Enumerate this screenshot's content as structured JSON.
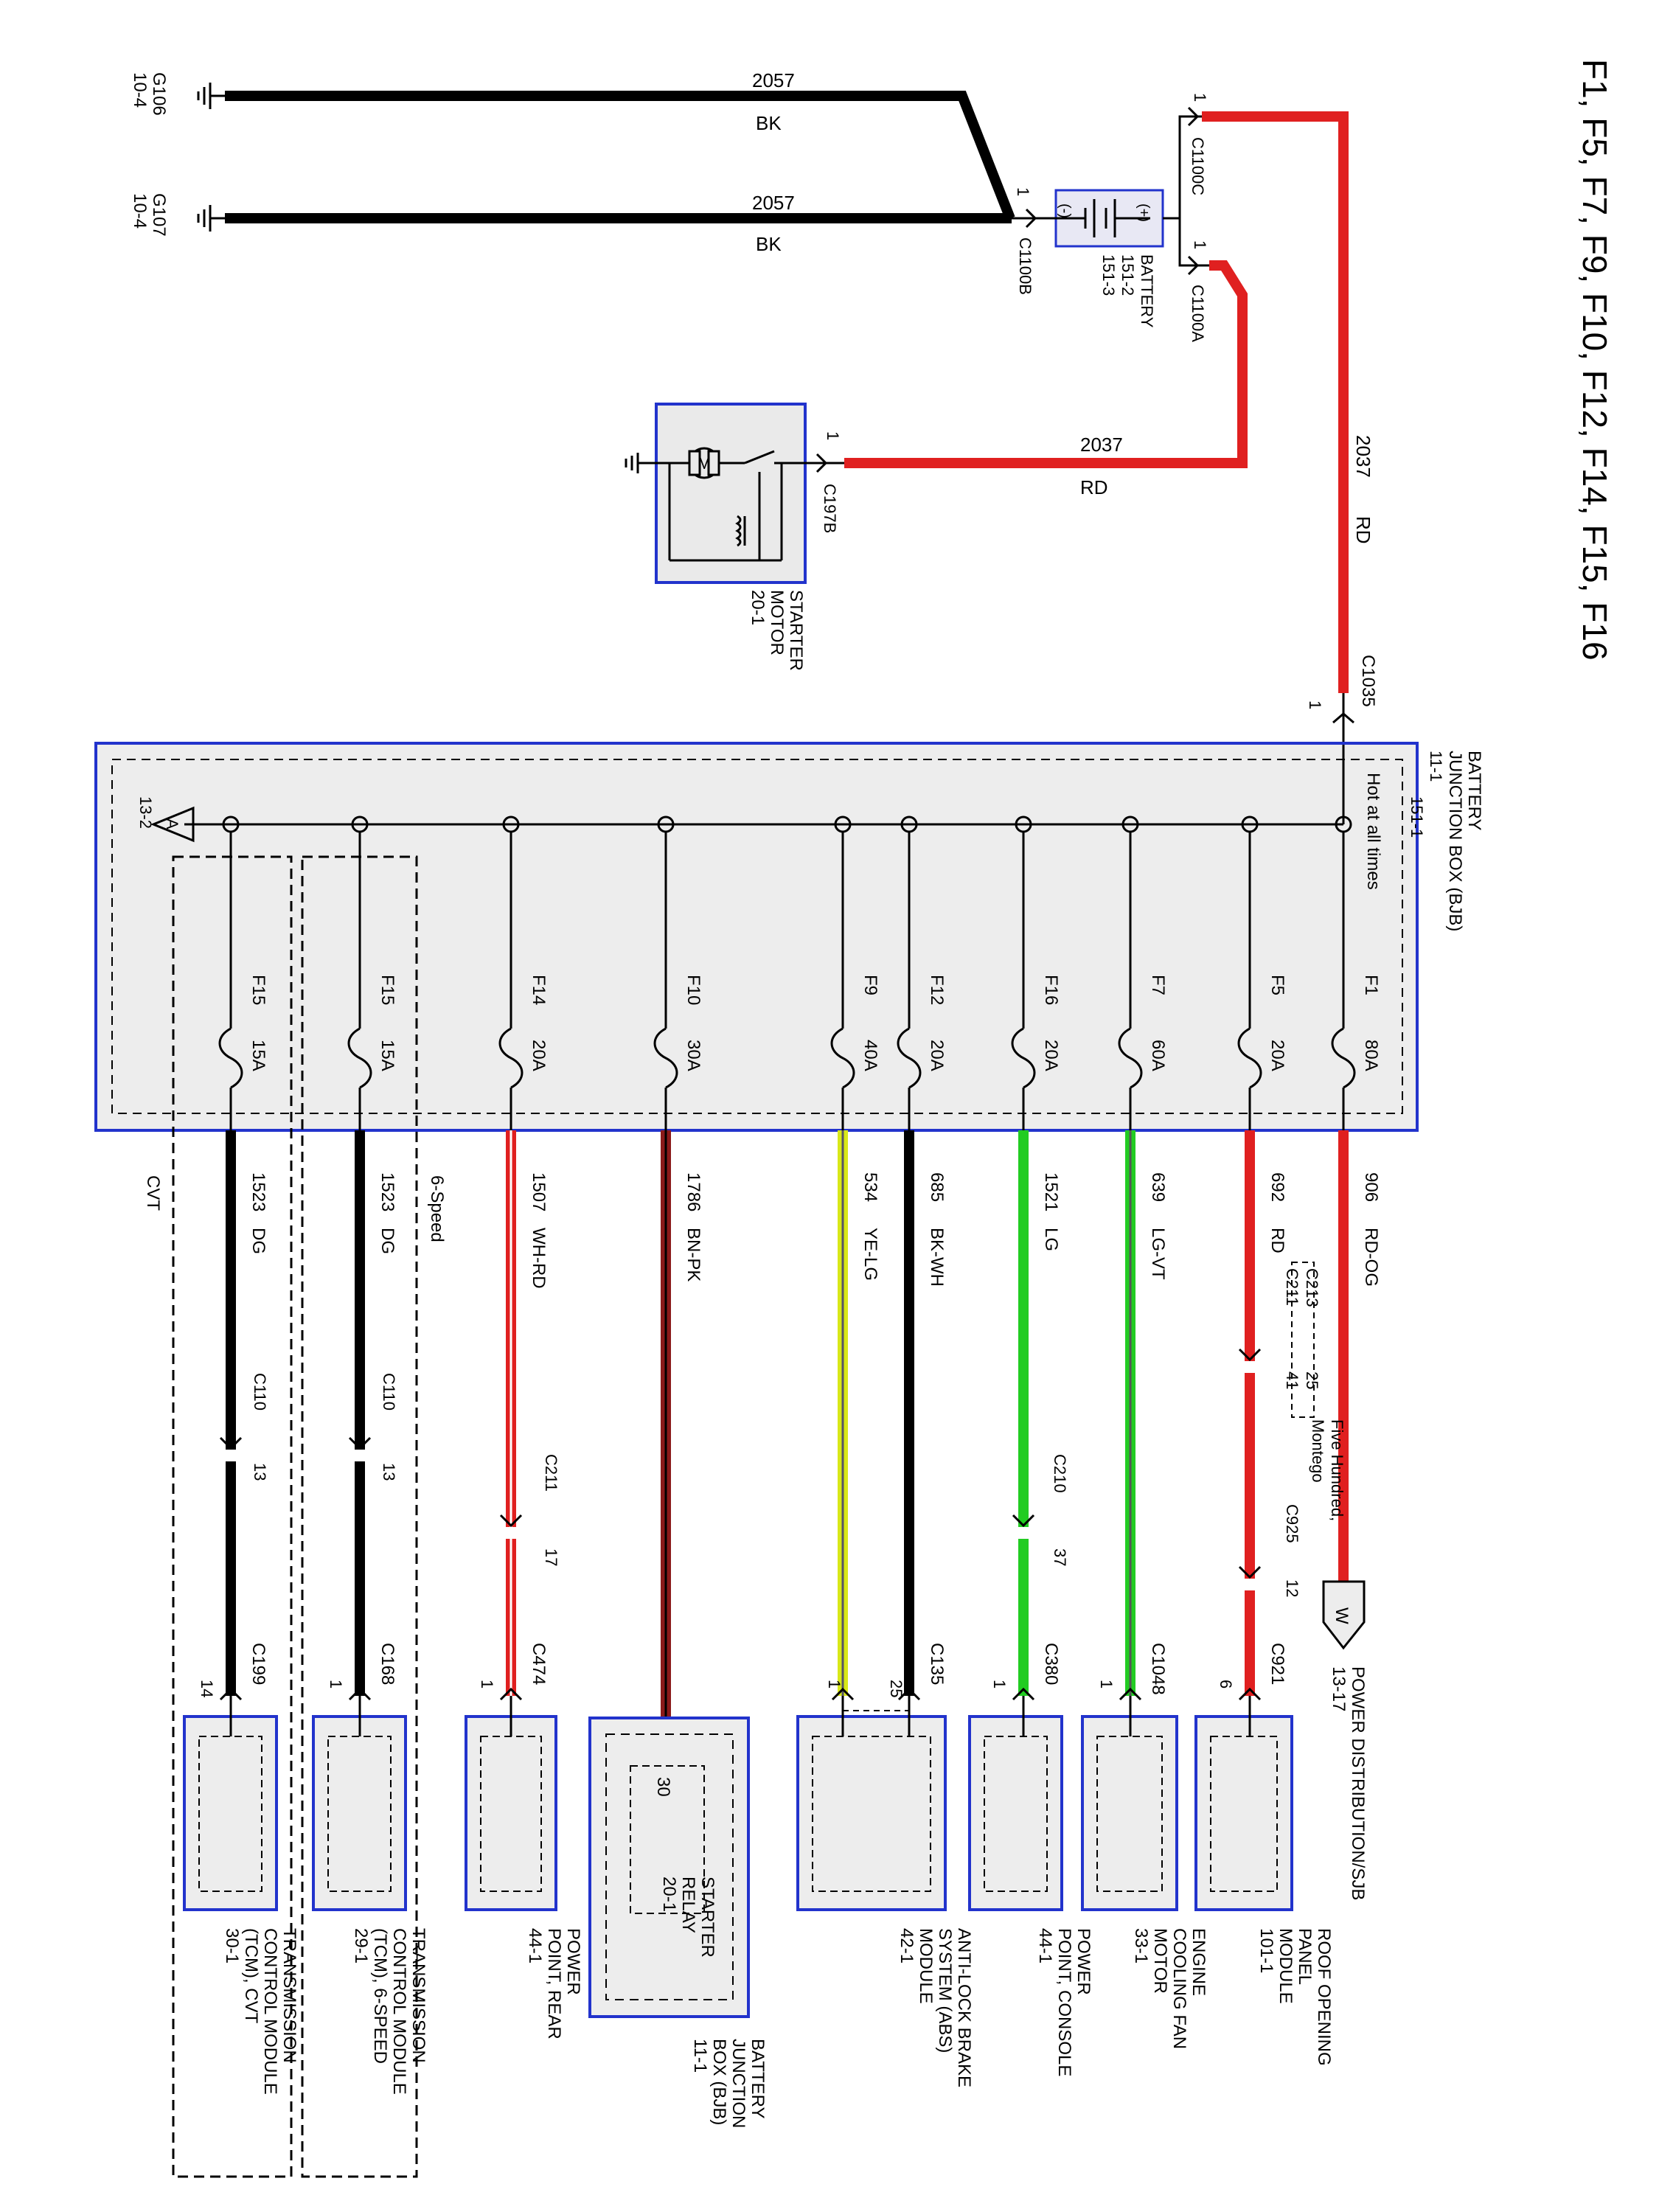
{
  "title": "F1, F5, F7, F9, F10, F12, F14, F15, F16",
  "grounds": [
    {
      "id": "G106",
      "ref": "10-4",
      "circuit": "2057",
      "color": "BK"
    },
    {
      "id": "G107",
      "ref": "10-4",
      "circuit": "2057",
      "color": "BK"
    }
  ],
  "battery": {
    "name": "BATTERY",
    "ref1": "151-2",
    "ref2": "151-3",
    "neg_conn": "C1100B",
    "neg_pin": "1",
    "pos_conn_a": "C1100C",
    "pos_pin_a": "1",
    "pos_conn_b": "C1100A",
    "pos_pin_b": "1",
    "plus": "(+)",
    "minus": "(-)"
  },
  "feed": {
    "circuit": "2037",
    "color": "RD",
    "connector": "C1035",
    "pin": "1"
  },
  "starter_feed": {
    "circuit": "2037",
    "color": "RD",
    "connector": "C197B",
    "pin": "1"
  },
  "starter_motor": {
    "name1": "STARTER",
    "name2": "MOTOR",
    "ref": "20-1",
    "symbol": "M"
  },
  "bjb": {
    "name1": "BATTERY",
    "name2": "JUNCTION BOX (BJB)",
    "ref1": "11-1",
    "ref2": "151-1",
    "hot": "Hot at all times",
    "ref_tri": "A",
    "ref_tri_page": "13-2"
  },
  "fuses": [
    {
      "id": "F1",
      "amps": "80A",
      "circuit": "906",
      "color": "RD-OG"
    },
    {
      "id": "F5",
      "amps": "20A",
      "circuit": "692",
      "color": "RD"
    },
    {
      "id": "F7",
      "amps": "60A",
      "circuit": "639",
      "color": "LG-VT"
    },
    {
      "id": "F16",
      "amps": "20A",
      "circuit": "1521",
      "color": "LG"
    },
    {
      "id": "F12",
      "amps": "20A",
      "circuit": "685",
      "color": "BK-WH"
    },
    {
      "id": "F9",
      "amps": "40A",
      "circuit": "534",
      "color": "YE-LG"
    },
    {
      "id": "F10",
      "amps": "30A",
      "circuit": "1786",
      "color": "BN-PK"
    },
    {
      "id": "F14",
      "amps": "20A",
      "circuit": "1507",
      "color": "WH-RD"
    },
    {
      "id": "F15",
      "amps": "15A",
      "circuit": "1523",
      "color": "DG"
    },
    {
      "id": "F15",
      "amps": "15A",
      "circuit": "1523",
      "color": "DG"
    }
  ],
  "inline_connectors": {
    "f5_a": "C213",
    "f5_a_pin": "25",
    "f5_b": "C211",
    "f5_b_pin": "41",
    "f5_note1": "Five Hundred,",
    "f5_note2": "Montego",
    "f5_c": "C925",
    "f5_c_pin": "12",
    "f16": "C210",
    "f16_pin": "37",
    "f14": "C211",
    "f14_pin": "17",
    "f15a": "C110",
    "f15a_pin": "13",
    "f15b": "C110",
    "f15b_pin": "13"
  },
  "ends": {
    "power_dist": {
      "arrow": "W",
      "name": "POWER DISTRIBUTION/SJB",
      "ref": "13-17"
    },
    "roof": {
      "conn": "C921",
      "pin": "6",
      "lines": [
        "ROOF OPENING",
        "PANEL",
        "MODULE",
        "101-1"
      ]
    },
    "fan": {
      "conn": "C1048",
      "pin": "1",
      "lines": [
        "ENGINE",
        "COOLING FAN",
        "MOTOR",
        "33-1"
      ]
    },
    "console": {
      "conn": "C380",
      "pin": "1",
      "lines": [
        "POWER",
        "POINT, CONSOLE",
        "44-1"
      ]
    },
    "abs": {
      "conn": "C135",
      "pin_a": "25",
      "pin_b": "1",
      "lines": [
        "ANTI-LOCK BRAKE",
        "SYSTEM (ABS)",
        "MODULE",
        "42-1"
      ]
    },
    "relay": {
      "pin": "30",
      "lines": [
        "STARTER",
        "RELAY",
        "20-1"
      ],
      "box": [
        "BATTERY",
        "JUNCTION",
        "BOX (BJB)",
        "11-1"
      ]
    },
    "rear": {
      "conn": "C474",
      "pin": "1",
      "lines": [
        "POWER",
        "POINT, REAR",
        "44-1"
      ]
    },
    "tcm6": {
      "conn": "C168",
      "pin": "1",
      "group": "6-Speed",
      "lines": [
        "TRANSMISSION",
        "CONTROL MODULE",
        "(TCM), 6-SPEED",
        "29-1"
      ]
    },
    "tcmcvt": {
      "conn": "C199",
      "pin": "14",
      "group": "CVT",
      "lines": [
        "TRANSMISSION",
        "CONTROL MODULE",
        "(TCM), CVT",
        "30-1"
      ]
    }
  }
}
